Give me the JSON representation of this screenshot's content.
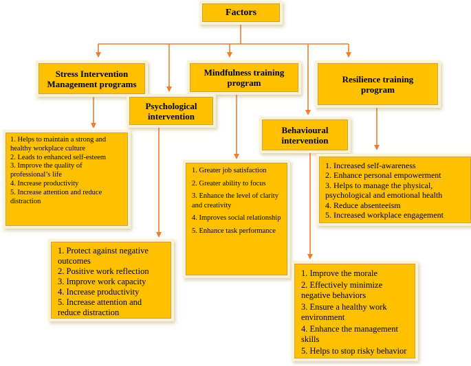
{
  "root": {
    "label": "Factors"
  },
  "categories": [
    {
      "key": "stress",
      "title": "Stress Intervention\nManagement programs",
      "items": [
        "1. Helps to maintain a strong and healthy workplace culture",
        "2. Leads to enhanced self-esteem",
        "3. Improve the quality of professional’s life",
        "4. Increase productivity",
        "5. Increase attention and reduce distraction"
      ]
    },
    {
      "key": "psych",
      "title": "Psychological\nintervention",
      "items": [
        "1. Protect against negative outcomes",
        "2. Positive work reflection",
        "3. Improve work capacity",
        "4. Increase productivity",
        "5. Increase attention and reduce distraction"
      ]
    },
    {
      "key": "mind",
      "title": "Mindfulness training\nprogram",
      "items": [
        "1. Greater job satisfaction",
        "2. Greater ability to focus",
        "3. Enhance the level of clarity and creativity",
        "4. Improves social relationship",
        "5. Enhance task performance"
      ]
    },
    {
      "key": "behav",
      "title": "Behavioural\nintervention",
      "items": [
        "1. Improve the morale",
        "2. Effectively minimize negative behaviors",
        "3. Ensure a healthy work environment",
        "4. Enhance the management skills",
        "5. Helps to stop risky behavior"
      ]
    },
    {
      "key": "resil",
      "title": "Resilience training\nprogram",
      "items": [
        "1. Increased self-awareness",
        "2. Enhance personal empowerment",
        "3. Helps to manage the physical, psychological and emotional health",
        "4. Reduce absenteeism",
        "5. Increased workplace engagement"
      ]
    }
  ],
  "colors": {
    "box_fill": "#ffc000",
    "arrow": "#ed7d31",
    "box_glow": "#fbf1d3"
  }
}
